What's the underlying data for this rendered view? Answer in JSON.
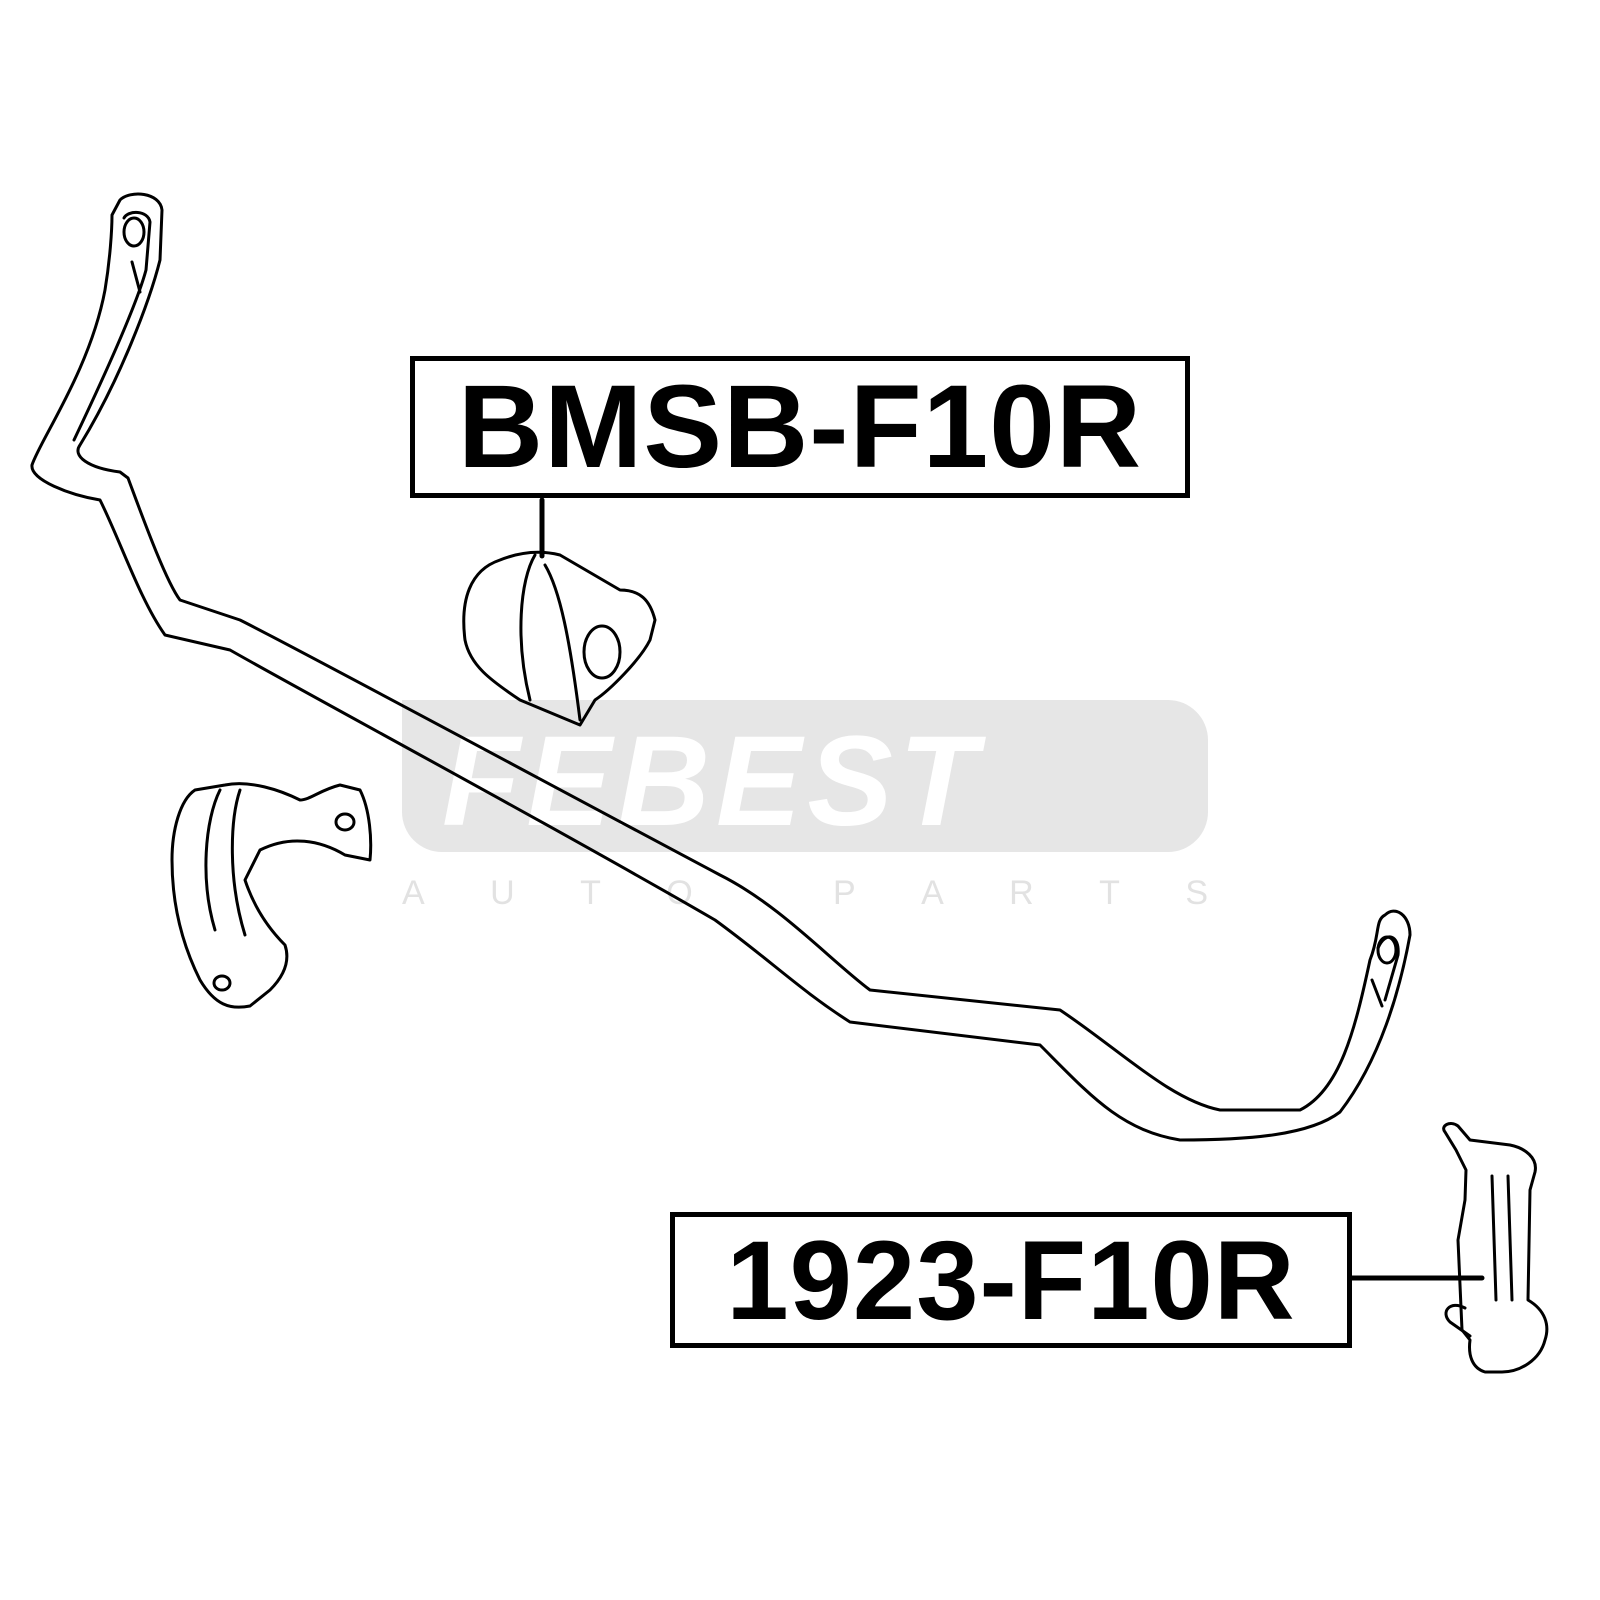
{
  "watermark": {
    "brand": "FEBEST",
    "subtitle": "AUTO PARTS",
    "bg_color": "#e6e6e6",
    "text_color": "#ffffff",
    "sub_color": "#e2e2e2"
  },
  "labels": {
    "top": "BMSB-F10R",
    "bottom": "1923-F10R"
  },
  "colors": {
    "line": "#000000",
    "background": "#ffffff"
  }
}
